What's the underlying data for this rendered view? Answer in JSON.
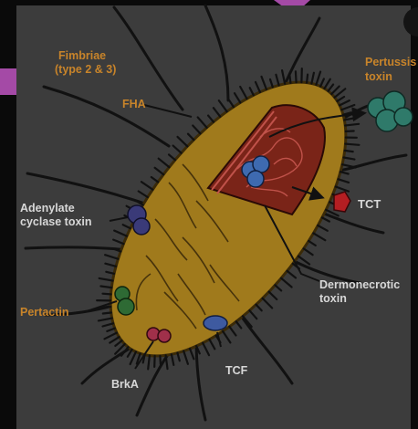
{
  "labels": {
    "fimbriae_line1": "Fimbriae",
    "fimbriae_line2": "(type 2 & 3)",
    "fha": "FHA",
    "pertussis_line1": "Pertussis",
    "pertussis_line2": "toxin",
    "adenylate_line1": "Adenylate",
    "adenylate_line2": "cyclase toxin",
    "tct": "TCT",
    "pertactin": "Pertactin",
    "dermonecrotic_line1": "Dermonecrotic",
    "dermonecrotic_line2": "toxin",
    "brka": "BrkA",
    "tcf": "TCF"
  },
  "colors": {
    "background": "#0a0a0a",
    "panel": "#3c3c3c",
    "cell_body": "#a07a1c",
    "cell_outline": "#3a2a08",
    "cytoplasm": "#7a2418",
    "cyto_lines": "#c0524a",
    "orange_label": "#c8842a",
    "white_label": "#d8d8d8",
    "pertussis_toxin": "#2f7a6a",
    "adenylate_toxin": "#3a3a78",
    "tct_toxin": "#b41e22",
    "pertactin": "#2e6a34",
    "brka": "#a0304a",
    "tcf": "#3e5aa0",
    "dermonecrotic": "#3e6ab0",
    "accent_purple": "#a44aa6"
  }
}
